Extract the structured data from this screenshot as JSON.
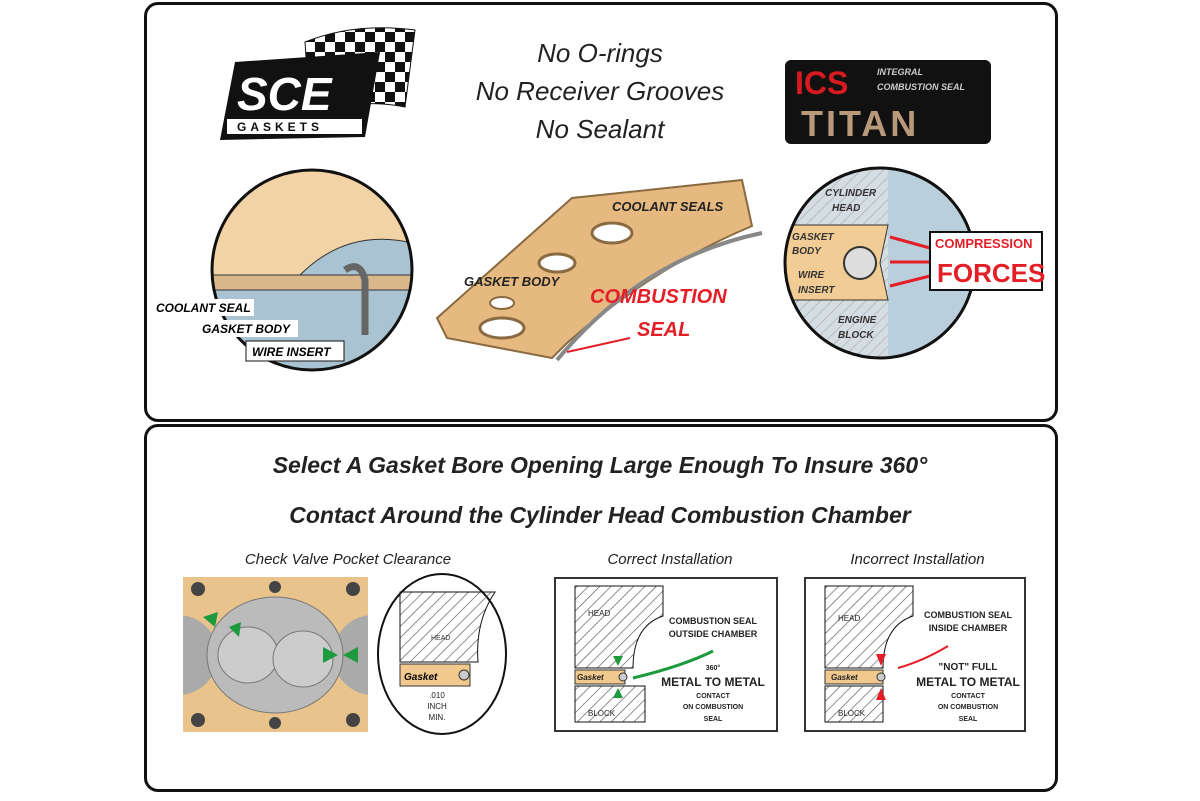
{
  "top": {
    "sce_logo": {
      "main": "SCE",
      "sub": "GASKETS"
    },
    "headline": [
      "No O-rings",
      "No Receiver Grooves",
      "No Sealant"
    ],
    "titan_logo": {
      "ics": "ICS",
      "line1": "INTEGRAL",
      "line2": "COMBUSTION SEAL",
      "titan": "TITAN"
    },
    "left_circle": {
      "labels": [
        "COOLANT SEAL",
        "GASKET BODY",
        "WIRE INSERT"
      ]
    },
    "gasket": {
      "coolant": "COOLANT SEALS",
      "body": "GASKET BODY",
      "combustion1": "COMBUSTION",
      "combustion2": "SEAL"
    },
    "right_circle": {
      "head1": "CYLINDER",
      "head2": "HEAD",
      "body1": "GASKET",
      "body2": "BODY",
      "wire1": "WIRE",
      "wire2": "INSERT",
      "block1": "ENGINE",
      "block2": "BLOCK",
      "comp1": "COMPRESSION",
      "comp2": "FORCES"
    }
  },
  "bottom": {
    "title": [
      "Select A Gasket Bore Opening Large Enough To Insure 360°",
      "Contact Around the Cylinder Head Combustion Chamber"
    ],
    "valve": {
      "caption": "Check Valve Pocket Clearance",
      "head": "HEAD",
      "gasket": "Gasket",
      "dim1": ".010",
      "dim2": "INCH",
      "dim3": "MIN."
    },
    "correct": {
      "caption": "Correct Installation",
      "head": "HEAD",
      "block": "BLOCK",
      "gasket": "Gasket",
      "note1": "COMBUSTION SEAL",
      "note2": "OUTSIDE CHAMBER",
      "deg": "360°",
      "metal": "METAL TO METAL",
      "c1": "CONTACT",
      "c2": "ON COMBUSTION",
      "c3": "SEAL"
    },
    "incorrect": {
      "caption": "Incorrect Installation",
      "head": "HEAD",
      "block": "BLOCK",
      "gasket": "Gasket",
      "note1": "COMBUSTION SEAL",
      "note2": "INSIDE CHAMBER",
      "not": "\"NOT\" FULL",
      "metal": "METAL TO METAL",
      "c1": "CONTACT",
      "c2": "ON COMBUSTION",
      "c3": "SEAL"
    }
  }
}
